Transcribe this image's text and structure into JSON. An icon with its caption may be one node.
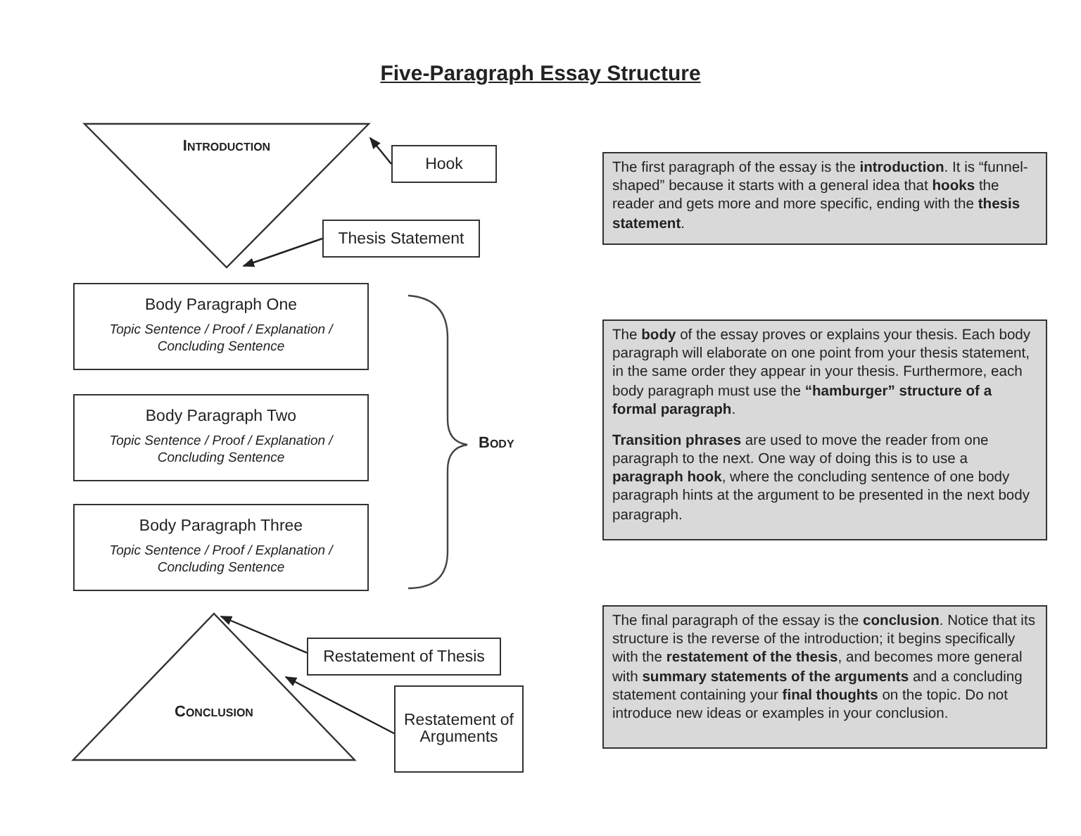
{
  "diagram": {
    "title": "Five-Paragraph Essay Structure",
    "nodes": [
      {
        "text": [
          "Introduction"
        ]
      },
      {
        "text": [
          "Hook"
        ]
      },
      {
        "text": [
          "Thesis Statement"
        ]
      },
      {
        "text": [
          "Body Paragraph One",
          "Topic Sentence / Proof / Explanation / Concluding Sentence"
        ]
      },
      {
        "text": [
          "Body Paragraph Two",
          "Topic Sentence / Proof / Explanation / Concluding Sentence"
        ]
      },
      {
        "text": [
          "Body Paragraph Three",
          "Topic Sentence / Proof / Explanation / Concluding Sentence"
        ]
      },
      {
        "text": [
          "Conclusion"
        ]
      },
      {
        "text": [
          "Restatement of Thesis"
        ]
      },
      {
        "text": [
          "Restatement of Arguments"
        ]
      },
      {
        "text": [
          "The first paragraph of the essay is the **introduction**.  It is “funnel-shaped” because it starts with a general idea that **hooks** the reader and gets more and more specific, ending with the **thesis statement**."
        ]
      },
      {
        "text": [
          "The **body** of the essay proves or explains your thesis. Each body paragraph will elaborate on one point from your thesis statement, in the same order they appear in your thesis.  Furthermore, each body paragraph must use the **“hamburger” structure of a formal paragraph**.",
          "**Transition phrases** are used to move the reader from one paragraph to the next.  One way of doing this is to use a **paragraph hook**, where the concluding sentence of one body paragraph hints at the argument to be presented in the next body paragraph."
        ]
      },
      {
        "text": [
          "The final paragraph of the essay is the **conclusion**. Notice that its structure is the reverse of the introduction; it begins specifically with the **restatement of the thesis**, and becomes more general with **summary statements of the arguments** and a concluding statement containing your **final thoughts** on the topic.  Do not introduce new ideas or examples in your conclusion."
        ]
      }
    ],
    "edges": [
      {
        "from": 1,
        "to": 0,
        "arrow": "to"
      },
      {
        "from": 2,
        "to": 0,
        "arrow": "to"
      },
      {
        "from": 7,
        "to": 6,
        "arrow": "to"
      },
      {
        "from": 8,
        "to": 6,
        "arrow": "to"
      }
    ],
    "labels": [
      "Body"
    ]
  }
}
